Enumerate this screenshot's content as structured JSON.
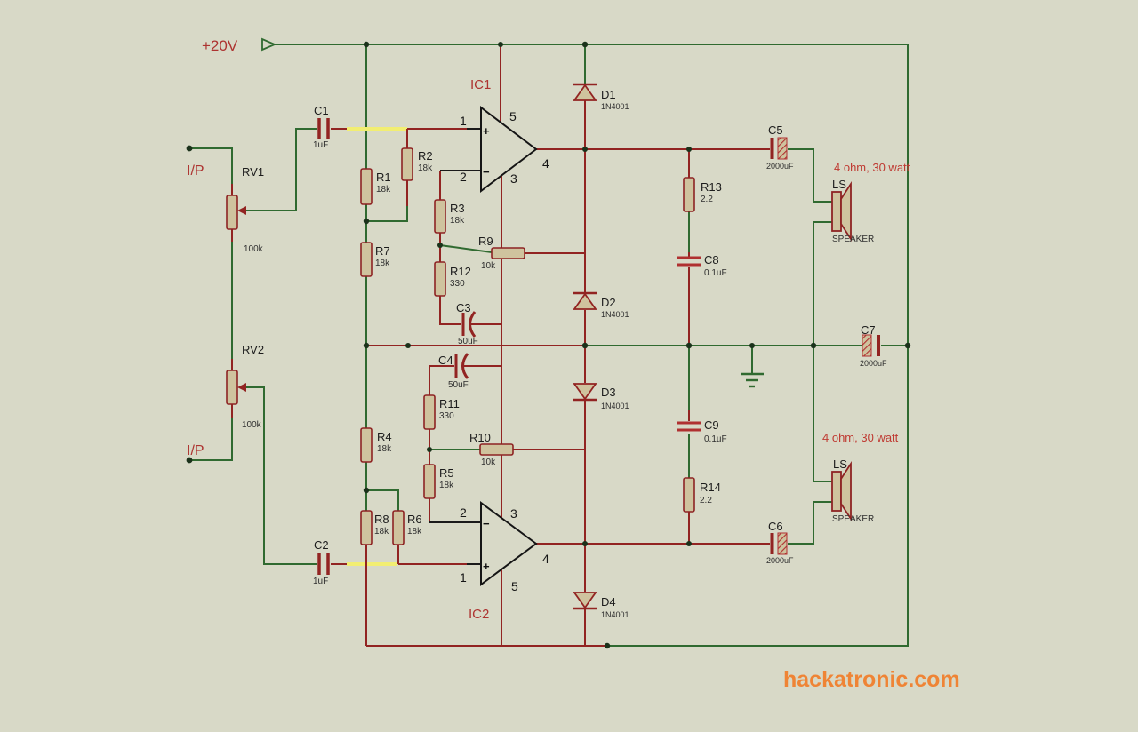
{
  "net_labels": {
    "power": "+20V",
    "input_top": "I/P",
    "input_bottom": "I/P"
  },
  "ics": {
    "ic1": {
      "ref": "IC1",
      "pin_noninv": "1",
      "pin_vplus": "5",
      "pin_inv": "2",
      "pin_vminus": "3",
      "pin_out": "4",
      "plus": "+",
      "minus": "−"
    },
    "ic2": {
      "ref": "IC2",
      "pin_noninv": "1",
      "pin_vplus": "5",
      "pin_inv": "2",
      "pin_vminus": "3",
      "pin_out": "4",
      "plus": "+",
      "minus": "−"
    }
  },
  "resistors": {
    "r1": {
      "ref": "R1",
      "value": "18k"
    },
    "r2": {
      "ref": "R2",
      "value": "18k"
    },
    "r3": {
      "ref": "R3",
      "value": "18k"
    },
    "r4": {
      "ref": "R4",
      "value": "18k"
    },
    "r5": {
      "ref": "R5",
      "value": "18k"
    },
    "r6": {
      "ref": "R6",
      "value": "18k"
    },
    "r7": {
      "ref": "R7",
      "value": "18k"
    },
    "r8": {
      "ref": "R8",
      "value": "18k"
    },
    "r9": {
      "ref": "R9",
      "value": "10k"
    },
    "r10": {
      "ref": "R10",
      "value": "10k"
    },
    "r11": {
      "ref": "R11",
      "value": "330"
    },
    "r12": {
      "ref": "R12",
      "value": "330"
    },
    "r13": {
      "ref": "R13",
      "value": "2.2"
    },
    "r14": {
      "ref": "R14",
      "value": "2.2"
    },
    "rv1": {
      "ref": "RV1",
      "value": "100k"
    },
    "rv2": {
      "ref": "RV2",
      "value": "100k"
    }
  },
  "capacitors": {
    "c1": {
      "ref": "C1",
      "value": "1uF"
    },
    "c2": {
      "ref": "C2",
      "value": "1uF"
    },
    "c3": {
      "ref": "C3",
      "value": "50uF"
    },
    "c4": {
      "ref": "C4",
      "value": "50uF"
    },
    "c5": {
      "ref": "C5",
      "value": "2000uF"
    },
    "c6": {
      "ref": "C6",
      "value": "2000uF"
    },
    "c7": {
      "ref": "C7",
      "value": "2000uF"
    },
    "c8": {
      "ref": "C8",
      "value": "0.1uF"
    },
    "c9": {
      "ref": "C9",
      "value": "0.1uF"
    }
  },
  "diodes": {
    "d1": {
      "ref": "D1",
      "value": "1N4001"
    },
    "d2": {
      "ref": "D2",
      "value": "1N4001"
    },
    "d3": {
      "ref": "D3",
      "value": "1N4001"
    },
    "d4": {
      "ref": "D4",
      "value": "1N4001"
    }
  },
  "speakers": {
    "ls1": {
      "ref": "LS",
      "label": "SPEAKER",
      "rating": "4 ohm, 30 watt"
    },
    "ls2": {
      "ref": "LS",
      "label": "SPEAKER",
      "rating": "4 ohm, 30 watt"
    }
  },
  "watermark": "hackatronic.com",
  "colors": {
    "background": "#d8d9c7",
    "wire_green": "#306a30",
    "wire_maroon": "#922422",
    "highlight_yellow": "#f2ee72",
    "component_fill": "#cfc39e",
    "component_stroke": "#8e2323",
    "opamp_stroke": "#151515",
    "junction_dot": "#1b321b",
    "net_text_red": "#ad3330",
    "watermark_orange": "#ef8435"
  }
}
